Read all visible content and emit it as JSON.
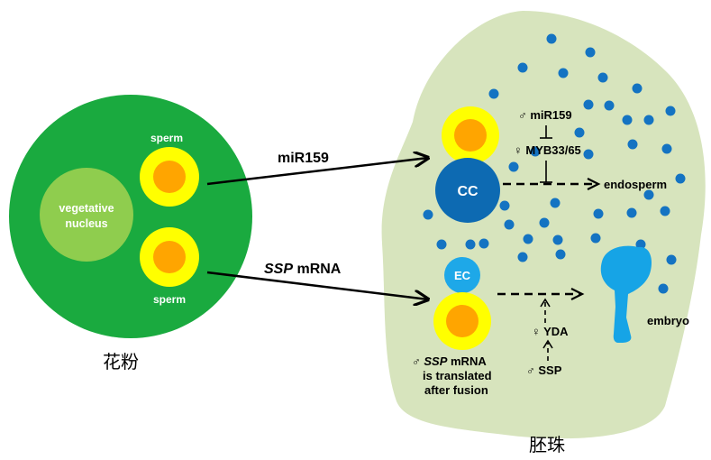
{
  "pollen": {
    "sperm_top": "sperm",
    "vegetative_line1": "vegetative",
    "vegetative_line2": "nucleus",
    "sperm_bottom": "sperm",
    "caption": "花粉"
  },
  "transfer": {
    "mir159": "miR159",
    "ssp_italic": "SSP",
    "ssp_rest": " mRNA"
  },
  "ovule": {
    "cc": "CC",
    "ec": "EC",
    "male_mir159": "♂ miR159",
    "female_myb": "♀ MYB33/65",
    "endosperm": "endosperm",
    "embryo": "embryo",
    "female_yda": "♀ YDA",
    "male_ssp": "♂ SSP",
    "translated_symbol": "♂ ",
    "translated_italic": "SSP",
    "translated_rest": " mRNA",
    "translated_line2": "is translated",
    "translated_line3": "after fusion",
    "caption": "胚珠"
  },
  "colors": {
    "pollen_green": "#1aaa3f",
    "vegetative_green": "#8fcd4e",
    "ovule_bg": "#d7e4bd",
    "sperm_yellow": "#ffff00",
    "sperm_orange": "#ffa500",
    "cc_blue": "#0d6ab2",
    "ec_blue": "#1ea8e8",
    "dot_blue": "#1473c2",
    "embryo_blue": "#16a4e6"
  }
}
